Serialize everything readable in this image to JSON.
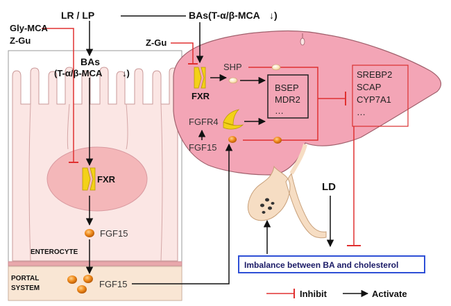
{
  "labels": {
    "lr_lp": "LR / LP",
    "bas_top": "BAs(T-α/β-MCA",
    "bas_top_arrow": "↓)",
    "gly_mca": "Gly-MCA",
    "z_gu_left": "Z-Gu",
    "bas_mid_line1": "BAs",
    "bas_mid_line2": "(T-α/β-MCA",
    "bas_mid_arrow": "↓)",
    "z_gu_liver": "Z-Gu",
    "fxr_liver": "FXR",
    "shp": "SHP",
    "fgfr4": "FGFR4",
    "fgf15_liver": "FGF15",
    "bsep": "BSEP",
    "mdr2": "MDR2",
    "dots_box1": "…",
    "srebp2": "SREBP2",
    "scap": "SCAP",
    "cyp7a1": "CYP7A1",
    "dots_box2": "…",
    "fxr_enterocyte": "FXR",
    "fgf15_enterocyte": "FGF15",
    "enterocyte": "ENTEROCYTE",
    "portal_line1": "PORTAL",
    "portal_line2": "SYSTEM",
    "fgf15_portal": "FGF15",
    "ld": "LD",
    "imbalance": "Imbalance between BA and cholesterol",
    "legend_inhibit": "Inhibit",
    "legend_activate": "Activate"
  },
  "colors": {
    "liver_fill": "#f3a5b6",
    "liver_stroke": "#9a5a66",
    "intestine_fill": "#fbe6e4",
    "intestine_stroke": "#caa0a0",
    "nucleus_fill": "#f4b7b9",
    "portal_fill": "#f9e6d4",
    "portal_band": "#e9a8ac",
    "gallbladder_fill": "#f6ddc3",
    "fxr_yellow": "#f3d118",
    "fgf15_orange": "#e97a12",
    "inhibit_red": "#e03030",
    "activate_black": "#111111",
    "imbalance_border": "#2e4fd6"
  }
}
